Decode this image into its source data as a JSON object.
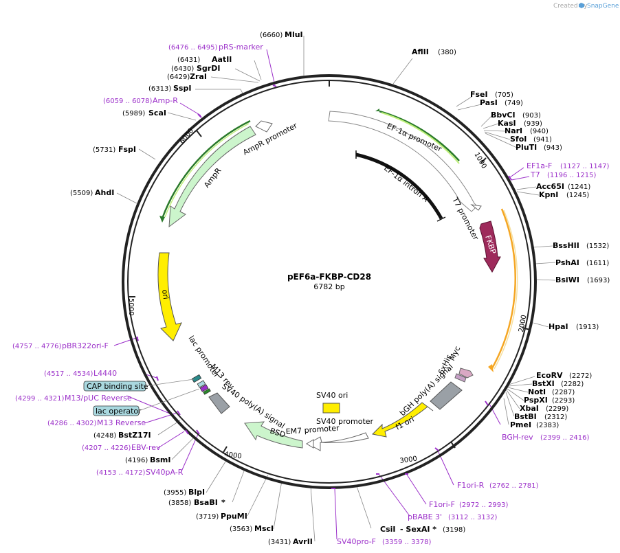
{
  "header": {
    "created_by": "Created by",
    "brand": "SnapGene"
  },
  "plasmid": {
    "name": "pEF6a-FKBP-CD28",
    "size": "6782 bp"
  },
  "ruler": [
    "1000",
    "2000",
    "3000",
    "4000",
    "5000",
    "6000"
  ],
  "sites": [
    {
      "name": "MluI",
      "pos": "(6660)"
    },
    {
      "name": "AflII",
      "pos": "(380)"
    },
    {
      "name": "AatII",
      "pos": "(6431)"
    },
    {
      "name": "SgrDI",
      "pos": "(6430)"
    },
    {
      "name": "ZraI",
      "pos": "(6429)"
    },
    {
      "name": "SspI",
      "pos": "(6313)"
    },
    {
      "name": "ScaI",
      "pos": "(5989)"
    },
    {
      "name": "FspI",
      "pos": "(5731)"
    },
    {
      "name": "AhdI",
      "pos": "(5509)"
    },
    {
      "name": "FseI",
      "pos": "(705)"
    },
    {
      "name": "PasI",
      "pos": "(749)"
    },
    {
      "name": "BbvCI",
      "pos": "(903)"
    },
    {
      "name": "KasI",
      "pos": "(939)"
    },
    {
      "name": "NarI",
      "pos": "(940)"
    },
    {
      "name": "SfoI",
      "pos": "(941)"
    },
    {
      "name": "PluTI",
      "pos": "(943)"
    },
    {
      "name": "Acc65I",
      "pos": "(1241)"
    },
    {
      "name": "KpnI",
      "pos": "(1245)"
    },
    {
      "name": "BssHII",
      "pos": "(1532)"
    },
    {
      "name": "PshAI",
      "pos": "(1611)"
    },
    {
      "name": "BsiWI",
      "pos": "(1693)"
    },
    {
      "name": "HpaI",
      "pos": "(1913)"
    },
    {
      "name": "EcoRV",
      "pos": "(2272)"
    },
    {
      "name": "BstXI",
      "pos": "(2282)"
    },
    {
      "name": "NotI",
      "pos": "(2287)"
    },
    {
      "name": "PspXI",
      "pos": "(2293)"
    },
    {
      "name": "XbaI",
      "pos": "(2299)"
    },
    {
      "name": "BstBI",
      "pos": "(2312)"
    },
    {
      "name": "PmeI",
      "pos": "(2383)"
    },
    {
      "name": "BstZ17I",
      "pos": "(4248)"
    },
    {
      "name": "BsmI",
      "pos": "(4196)"
    },
    {
      "name": "BlpI",
      "pos": "(3955)"
    },
    {
      "name": "BsaBI",
      "pos": "(3858)",
      "mark": "*"
    },
    {
      "name": "PpuMI",
      "pos": "(3719)"
    },
    {
      "name": "MscI",
      "pos": "(3563)"
    },
    {
      "name": "AvrII",
      "pos": "(3431)"
    },
    {
      "name": "CsiI",
      "pos": ""
    },
    {
      "name": "- SexAI *",
      "pos": "(3198)"
    }
  ],
  "primers": [
    {
      "name": "pRS-marker",
      "range": "(6476 .. 6495)"
    },
    {
      "name": "Amp-R",
      "range": "(6059 .. 6078)"
    },
    {
      "name": "pBR322ori-F",
      "range": "(4757 .. 4776)"
    },
    {
      "name": "L4440",
      "range": "(4517 .. 4534)"
    },
    {
      "name": "M13/pUC Reverse",
      "range": "(4299 .. 4321)"
    },
    {
      "name": "M13 Reverse",
      "range": "(4286 .. 4302)"
    },
    {
      "name": "EBV-rev",
      "range": "(4207 .. 4226)"
    },
    {
      "name": "SV40pA-R",
      "range": "(4153 .. 4172)"
    },
    {
      "name": "EF1a-F",
      "range": "(1127 .. 1147)"
    },
    {
      "name": "T7",
      "range": "(1196 .. 1215)"
    },
    {
      "name": "BGH-rev",
      "range": "(2399 .. 2416)"
    },
    {
      "name": "F1ori-R",
      "range": "(2762 .. 2781)"
    },
    {
      "name": "F1ori-F",
      "range": "(2972 .. 2993)"
    },
    {
      "name": "pBABE 3'",
      "range": "(3112 .. 3132)"
    },
    {
      "name": "SV40pro-F",
      "range": "(3359 .. 3378)"
    }
  ],
  "boxed": [
    {
      "name": "CAP binding site"
    },
    {
      "name": "lac operator"
    }
  ],
  "features": {
    "ef1a_promoter": "EF-1α promoter",
    "ef1a_intron": "EF-1α intron A",
    "t7_promoter": "T7 promoter",
    "fkbp": "FKBP",
    "myc": "Myc",
    "his": "6xHis",
    "bgh": "bGH poly(A) signal",
    "f1ori": "f1 ori",
    "sv40_ori": "SV40 ori",
    "sv40_promoter": "SV40 promoter",
    "em7": "EM7 promoter",
    "bsd": "BSD",
    "sv40pa": "SV40 poly(A) signal",
    "m13rev": "M13 rev",
    "lac_promoter": "lac promoter",
    "ori": "ori",
    "ampr": "AmpR",
    "ampr_promoter": "AmpR promoter"
  },
  "colors": {
    "backbone": "#222222",
    "primer": "#9b2fc9",
    "ori_yellow": "#ffee00",
    "green_fill": "#ccf5cc",
    "fkbp": "#9e2a5b",
    "orange": "#f5a623",
    "gray": "#9aa0a6",
    "teal": "#2a8a8a",
    "box_fill": "#a9d8df"
  }
}
